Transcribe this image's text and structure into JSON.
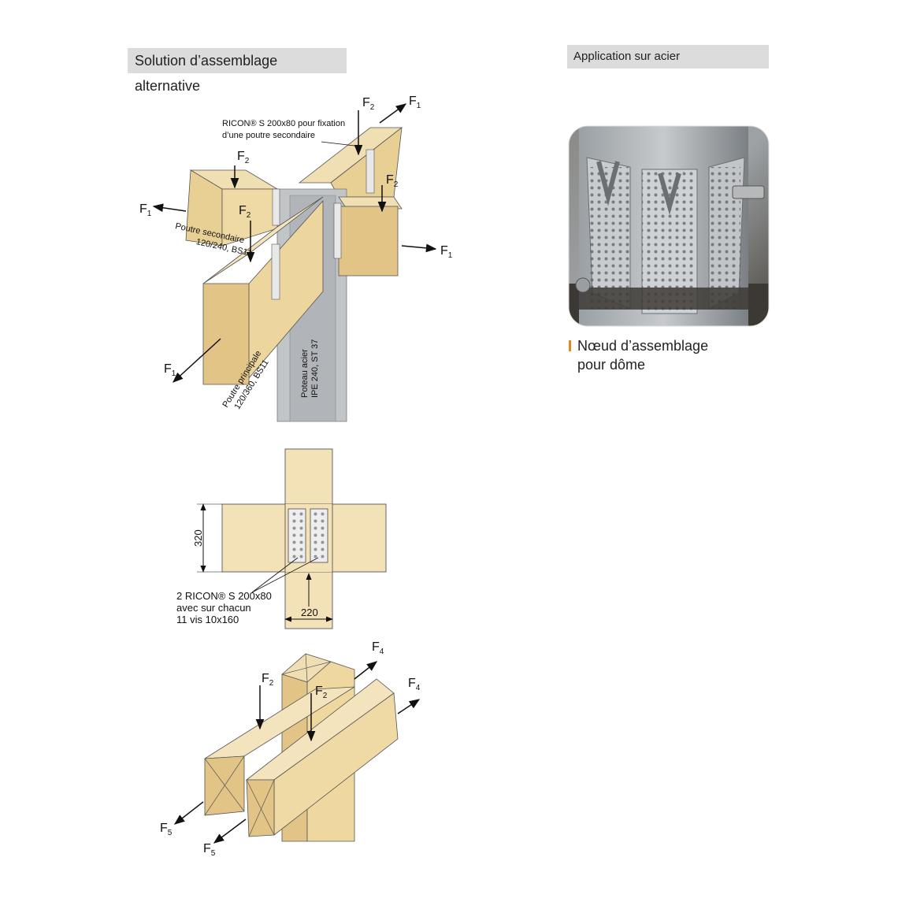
{
  "headers": {
    "left": "Solution d’assemblage alternative",
    "right": "Application sur acier"
  },
  "diagram_top": {
    "connector_note_line1": "RICON® S 200x80 pour fixation",
    "connector_note_line2": "d’une poutre secondaire",
    "secondary_beam_line1": "Poutre secondaire",
    "secondary_beam_line2": "120/240, BS11",
    "main_beam_line1": "Poutre principale",
    "main_beam_line2": "120/360, BS11",
    "column_line1": "Poteau acier",
    "column_line2": "IPE 240, ST 37"
  },
  "diagram_middle": {
    "dim_height": "320",
    "dim_width": "220",
    "note_line1": "2 RICON® S 200x80",
    "note_line2": "avec sur chacun",
    "note_line3": "11 vis 10x160"
  },
  "forces": {
    "F1": "F",
    "F1_sub": "1",
    "F2": "F",
    "F2_sub": "2",
    "F4": "F",
    "F4_sub": "4",
    "F5": "F",
    "F5_sub": "5"
  },
  "photo_caption": {
    "line1": "Nœud d’assemblage",
    "line2": "pour dôme"
  },
  "colors": {
    "wood_light": "#f1dfb4",
    "wood_mid": "#e8cf93",
    "wood_end": "#e3c487",
    "steel": "#b9bcc0",
    "header_bg": "#dcdcdc",
    "caption_accent": "#e08a1c"
  }
}
